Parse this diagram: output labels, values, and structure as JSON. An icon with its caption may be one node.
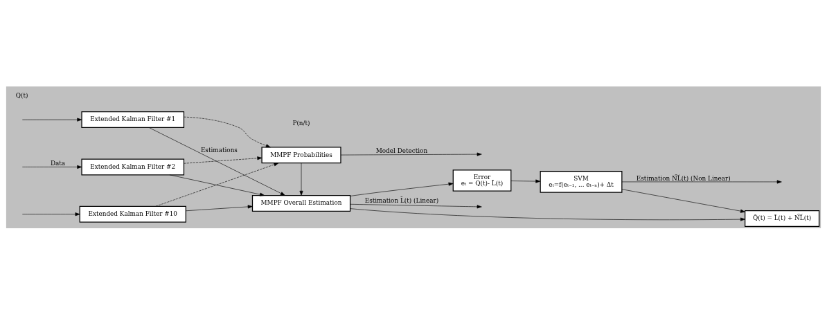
{
  "diagram": {
    "nodes": [
      {
        "text": [
          "Extended Kalman Filter #1"
        ]
      },
      {
        "text": [
          "Extended Kalman Filter #2"
        ]
      },
      {
        "text": [
          "Extended Kalman Filter #10"
        ]
      },
      {
        "text": [
          "MMPF Overall Estimation"
        ]
      },
      {
        "text": [
          "MMPF Probabilities"
        ]
      },
      {
        "text": [
          "Error",
          "eₜ = Q(t)- L̃(t)"
        ]
      },
      {
        "text": [
          "SVM",
          "eₜ=f(eₜ₋₁, ... eₜ₋ₙ)+ Δt"
        ]
      },
      {
        "text": [
          "Q̃(t) = L̃(t) + N͠L(t)"
        ]
      }
    ],
    "edges": [
      {
        "from": null,
        "to": 0,
        "arrow": "to"
      },
      {
        "from": null,
        "to": 1,
        "arrow": "to",
        "label": "Data"
      },
      {
        "from": null,
        "to": 2,
        "arrow": "to"
      },
      {
        "from": 0,
        "to": 3,
        "arrow": "to",
        "label": "Estimations"
      },
      {
        "from": 1,
        "to": 3,
        "arrow": "to"
      },
      {
        "from": 2,
        "to": 3,
        "arrow": "to"
      },
      {
        "from": 0,
        "to": 4,
        "arrow": "to",
        "style": "dashed"
      },
      {
        "from": 1,
        "to": 4,
        "arrow": "to",
        "style": "dashed"
      },
      {
        "from": 2,
        "to": 4,
        "arrow": "to",
        "style": "dashed"
      },
      {
        "from": 3,
        "to": null,
        "arrow": "to",
        "label": "Estimation L̃(t) (Linear)"
      },
      {
        "from": 3,
        "to": 5,
        "arrow": "to"
      },
      {
        "from": 3,
        "to": 7,
        "arrow": "to"
      },
      {
        "from": 4,
        "to": null,
        "arrow": "to",
        "label": "Model Detection"
      },
      {
        "from": 4,
        "to": 3,
        "arrow": "to"
      },
      {
        "from": 5,
        "to": 6,
        "arrow": "to"
      },
      {
        "from": 6,
        "to": 7,
        "arrow": "to"
      },
      {
        "from": 6,
        "to": null,
        "arrow": "to",
        "label": "Estimation N͠L(t) (Non Linear)"
      }
    ],
    "labels": [
      "Q(t)",
      "P(n/t)"
    ]
  }
}
